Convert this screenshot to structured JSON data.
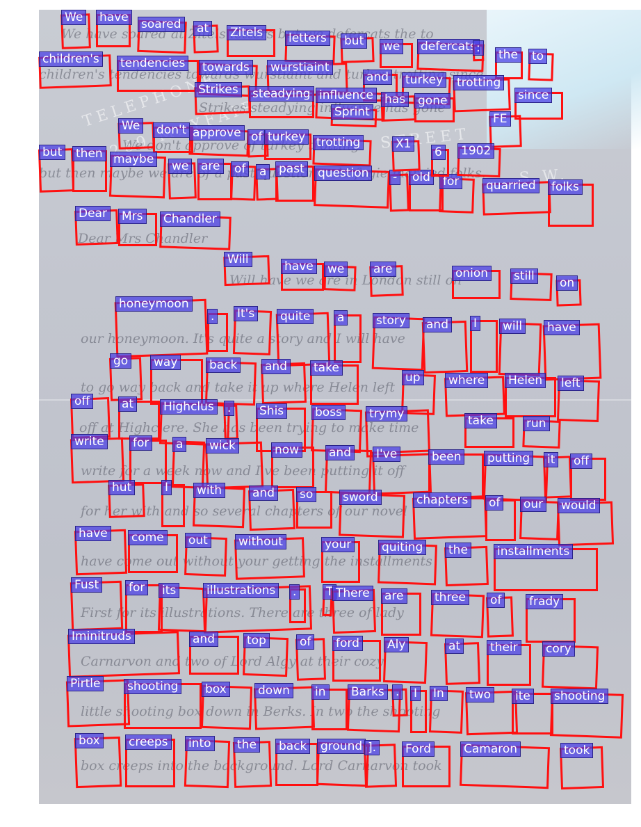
{
  "document": {
    "background_color": "#c4c7cf",
    "box_color": "#ff1010",
    "label_color": "#4a3ce6",
    "letterhead": [
      "TELEPHONE",
      "1269 MAYFAIR",
      "STREET",
      "S.W."
    ],
    "lines": [
      {
        "words": [
          "We",
          "have",
          "soared",
          "at",
          "Zitels",
          "letters",
          "but",
          "we",
          "defercats",
          ":",
          "the",
          "to"
        ]
      },
      {
        "words": [
          "children's",
          "tendencies",
          "towards",
          "wurstiaint",
          "and",
          "turkey",
          "trotting",
          "since"
        ]
      },
      {
        "words": [
          "Strikes",
          "steadying",
          "influence",
          "has",
          "gone",
          "Sprint"
        ]
      },
      {
        "words": [
          "We",
          "don't",
          "approve",
          "of",
          "turkey",
          "trotting",
          "FE"
        ]
      },
      {
        "words": [
          "but",
          "then",
          "maybe",
          "we",
          "are",
          "of",
          "a",
          "past",
          "question",
          "-",
          "old",
          "for",
          "X1",
          "6",
          "1902",
          "quarried",
          "folks"
        ]
      },
      {
        "words": [
          "Dear",
          "Mrs",
          "Chandler"
        ]
      },
      {
        "words": [
          "Will",
          "have",
          "we",
          "are",
          "onion",
          "still",
          "on"
        ]
      },
      {
        "words": [
          "honeymoon",
          ".",
          "It's",
          "quite",
          "a",
          "story",
          "and",
          "I",
          "will",
          "have"
        ]
      },
      {
        "words": [
          "go",
          "way",
          "back",
          "and",
          "take",
          "up",
          "where",
          "Helen",
          "left"
        ]
      },
      {
        "words": [
          "off",
          "at",
          "Highclus",
          ".",
          "Shis",
          "boss",
          "trymy",
          "take",
          "run"
        ]
      },
      {
        "words": [
          "write",
          "for",
          "a",
          "wick",
          "now",
          "and",
          "I've",
          "been",
          "putting",
          "it",
          "off"
        ]
      },
      {
        "words": [
          "hut",
          "I",
          "with",
          "and",
          "so",
          "sword",
          "chapters",
          "of",
          "our",
          "would"
        ]
      },
      {
        "words": [
          "have",
          "come",
          "out",
          "without",
          "your",
          "quiting",
          "the",
          "installments"
        ]
      },
      {
        "words": [
          "Fust",
          "for",
          "its",
          "illustrations",
          ".",
          "T",
          "There",
          "are",
          "three",
          "of",
          "frady"
        ]
      },
      {
        "words": [
          "Iminitruds",
          "and",
          "top",
          "of",
          "ford",
          "Aly",
          "at",
          "their",
          "cory"
        ]
      },
      {
        "words": [
          "Pirtle",
          "shooting",
          "box",
          "down",
          "in",
          "Barks",
          ".",
          "I",
          "In",
          "two",
          "ite",
          "shooting"
        ]
      },
      {
        "words": [
          "box",
          "creeps",
          "into",
          "the",
          "back",
          "ground",
          "].",
          "Ford",
          "Camaron",
          "took"
        ]
      }
    ],
    "handwriting": [
      "We have soared at Zitels letters but we defercats the to",
      "children's tendencies towards wurstiaint and turkey trotting since",
      "Strikes steadying influence has gone",
      "We don't approve of turkey trotting",
      "but then maybe we are of a past question - old fogie married folks.",
      "Dear Mrs Chandler",
      "Will have we are in London still on",
      "our honeymoon. It's quite a story and I will have",
      "to go way back and take it up where Helen left",
      "off at Highclere. She has been trying to make time",
      "write for a week now and I've been putting it off",
      "for her with and so several chapters of our novel",
      "have come out without your getting the installments",
      "First for its illustrations. There are three of lady",
      "Carnarvon and two of Lord Algy at their cozy",
      "little shooting box down in Berks. In two the shooting",
      "box creeps into the background. Lord Carnarvon took"
    ]
  }
}
